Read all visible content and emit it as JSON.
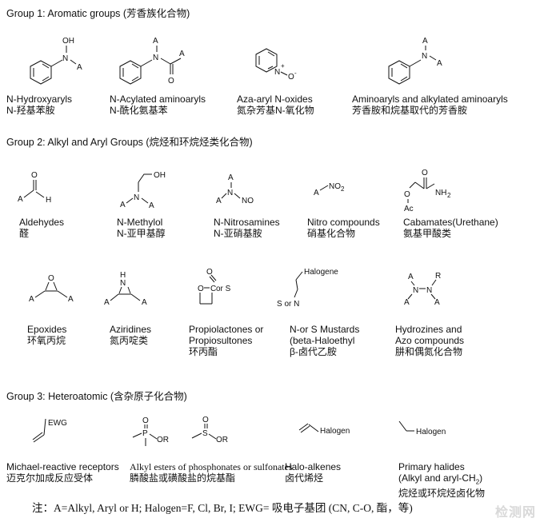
{
  "groups": {
    "g1": "Group 1: Aromatic groups (芳香族化合物)",
    "g2": "Group 2: Alkyl and Aryl Groups (烷烃和环烷烃类化合物)",
    "g3": "Group 3: Heteroatomic (含杂原子化合物)"
  },
  "group1": [
    {
      "en": "N-Hydroxyaryls",
      "zh": "N-羟基苯胺"
    },
    {
      "en": "N-Acylated aminoaryls",
      "zh": "N-酰化氨基苯"
    },
    {
      "en": "Aza-aryl N-oxides",
      "zh": "氮杂芳基N-氧化物"
    },
    {
      "en": "Aminoaryls and alkylated aminoaryls",
      "zh": "芳香胺和烷基取代的芳香胺"
    }
  ],
  "group2_row1": [
    {
      "en": "Aldehydes",
      "zh": "醛"
    },
    {
      "en": "N-Methylol",
      "zh": "N-亚甲基醇"
    },
    {
      "en": "N-Nitrosamines",
      "zh": "N-亚硝基胺"
    },
    {
      "en": "Nitro compounds",
      "zh": "硝基化合物"
    },
    {
      "en": "Cabamates(Urethane)",
      "zh": "氨基甲酸类"
    }
  ],
  "group2_row2": [
    {
      "en": "Epoxides",
      "zh": "环氧丙烷"
    },
    {
      "en": "Aziridines",
      "zh": "氮丙啶类"
    },
    {
      "en1": "Propiolactones or",
      "en2": "Propiosultones",
      "zh": "环丙酯"
    },
    {
      "en1": "N-or S Mustards",
      "en2": "(beta-Haloethyl",
      "zh": "β-卤代乙胺"
    },
    {
      "en1": "Hydrozines and",
      "en2": "Azo compounds",
      "zh": "肼和偶氮化合物"
    }
  ],
  "group3": [
    {
      "en": "Michael-reactive receptors",
      "zh": "迈克尔加成反应受体"
    },
    {
      "en": "Alkyl esters of phosphonates or sulfonates",
      "zh": "膦酸盐或磺酸盐的烷基酯"
    },
    {
      "en": "Halo-alkenes",
      "zh": "卤代烯烃"
    },
    {
      "en1": "Primary halides",
      "en2a": "(Alkyl and aryl-CH",
      "en2sub": "2",
      "en2b": ")",
      "zh": "烷烃或环烷烃卤化物"
    }
  ],
  "atoms": {
    "A": "A",
    "N": "N",
    "O": "O",
    "OH": "OH",
    "H": "H",
    "C": "C",
    "S": "S",
    "R": "R",
    "Ac": "Ac",
    "NO": "NO",
    "NO2": "NO",
    "NO2_sub": "2",
    "NH2": "NH",
    "NH2_sub": "2",
    "Nplus": "N",
    "plus": "+",
    "Ominus": "O",
    "minus": "-",
    "or_s": "or S",
    "s_or_n": "S or N",
    "halogene": "Halogene",
    "halogen": "Halogen",
    "ewg": "EWG"
  },
  "footnote": "注：A=Alkyl, Aryl or H;  Halogen=F, Cl, Br, I;  EWG= 吸电子基团 (CN, C-O, 酯，等)",
  "watermark": "检测网"
}
